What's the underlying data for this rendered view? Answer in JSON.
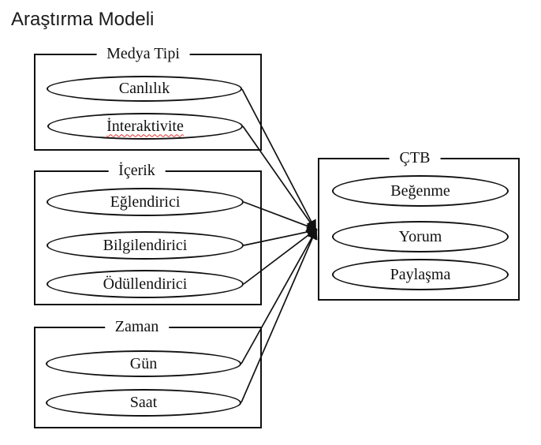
{
  "title": "Araştırma Modeli",
  "diagram": {
    "groups": [
      {
        "label": "Medya Tipi",
        "items": [
          "Canlılık",
          "İnteraktivite"
        ]
      },
      {
        "label": "İçerik",
        "items": [
          "Eğlendirici",
          "Bilgilendirici",
          "Ödüllendirici"
        ]
      },
      {
        "label": "Zaman",
        "items": [
          "Gün",
          "Saat"
        ]
      },
      {
        "label": "ÇTB",
        "items": [
          "Beğenme",
          "Yorum",
          "Paylaşma"
        ]
      }
    ],
    "edges": [
      {
        "from": "Canlılık",
        "to": "ÇTB"
      },
      {
        "from": "İnteraktivite",
        "to": "ÇTB"
      },
      {
        "from": "Eğlendirici",
        "to": "ÇTB"
      },
      {
        "from": "Bilgilendirici",
        "to": "ÇTB"
      },
      {
        "from": "Ödüllendirici",
        "to": "ÇTB"
      },
      {
        "from": "Gün",
        "to": "ÇTB"
      },
      {
        "from": "Saat",
        "to": "ÇTB"
      }
    ],
    "annotations": {
      "spellcheck_underlined_item": "İnteraktivite"
    },
    "colors": {
      "stroke": "#111111",
      "background": "#ffffff",
      "spellcheck_underline": "#e43030"
    }
  }
}
